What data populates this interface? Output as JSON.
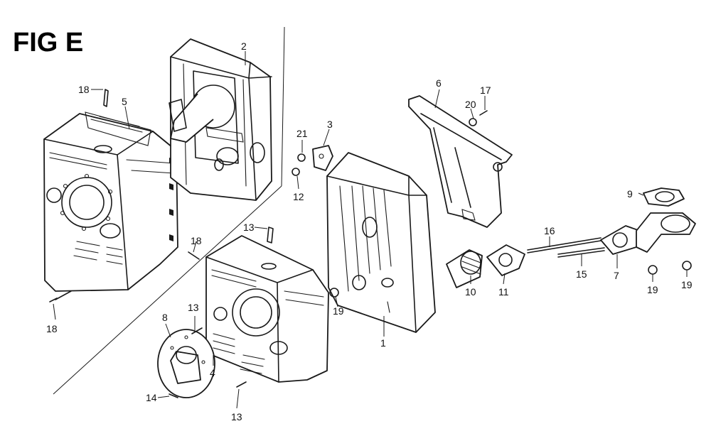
{
  "figure": {
    "title": "FIG E"
  },
  "callouts": [
    "18",
    "5",
    "2",
    "13",
    "18",
    "18",
    "13",
    "8",
    "14",
    "4",
    "13",
    "21",
    "3",
    "12",
    "6",
    "20",
    "17",
    "1",
    "10",
    "11",
    "16",
    "15",
    "9",
    "7",
    "19",
    "19",
    "19"
  ]
}
